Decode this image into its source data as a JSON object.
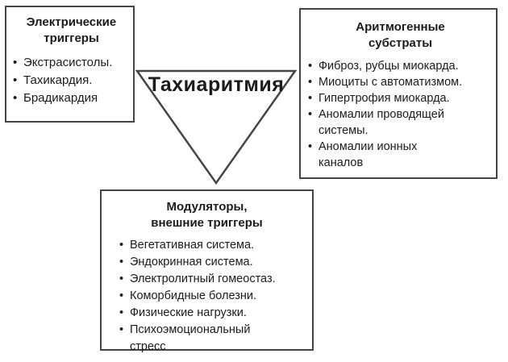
{
  "diagram": {
    "center": {
      "label": "Тахиаритмия"
    },
    "icons": {
      "bullet": "•"
    },
    "colors": {
      "border": "#454545",
      "text": "#1b1b1b",
      "background": "#ffffff"
    },
    "boxes": {
      "electrical": {
        "title_lines": [
          "Электрические",
          "триггеры"
        ],
        "items": [
          "Экстрасистолы.",
          "Тахикардия.",
          "Брадикардия"
        ]
      },
      "substrates": {
        "title_lines": [
          "Аритмогенные",
          "субстраты"
        ],
        "items": [
          "Фиброз, рубцы миокарда.",
          "Миоциты с автоматизмом.",
          "Гипертрофия миокарда.",
          "Аномалии проводящей\nсистемы.",
          "Аномалии ионных\nканалов"
        ]
      },
      "modulators": {
        "title_lines": [
          "Модуляторы,",
          "внешние триггеры"
        ],
        "items": [
          "Вегетативная система.",
          "Эндокринная система.",
          "Электролитный гомеостаз.",
          "Коморбидные болезни.",
          "Физические нагрузки.",
          "Психоэмоциональный\nстресс"
        ]
      }
    }
  }
}
